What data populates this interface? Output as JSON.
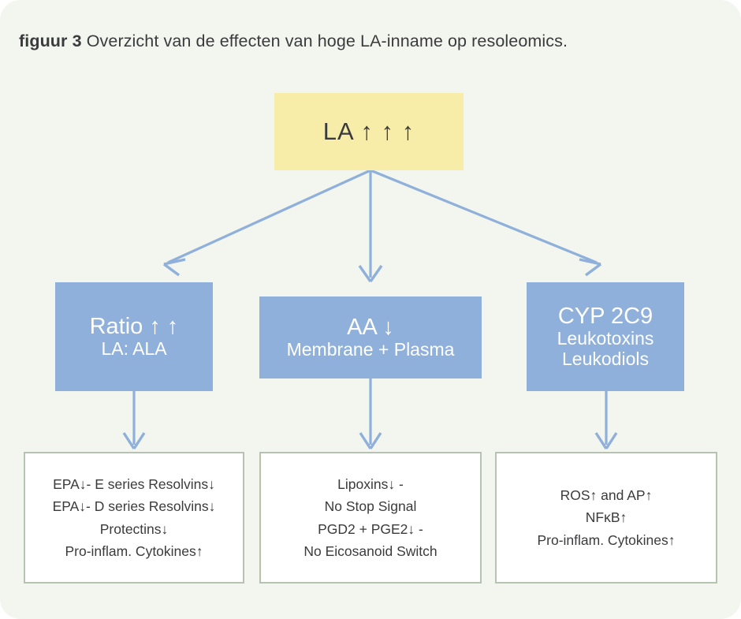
{
  "figure": {
    "label": "figuur 3",
    "caption": "Overzicht van de effecten van hoge LA-inname op resoleomics."
  },
  "colors": {
    "background": "#f3f5ef",
    "source_node": "#f7eda8",
    "process_node": "#8fb0da",
    "outcome_border": "#b6c2b2",
    "connector": "#8fb0da",
    "text_dark": "#3b3b3e",
    "text_light": "#ffffff"
  },
  "source_node": {
    "id": "la",
    "main": "LA ↑ ↑ ↑"
  },
  "process_nodes": [
    {
      "id": "ratio",
      "main": "Ratio ↑ ↑",
      "sub": "LA: ALA"
    },
    {
      "id": "aa",
      "main": "AA ↓",
      "sub": "Membrane + Plasma"
    },
    {
      "id": "cyp",
      "main": "CYP 2C9",
      "sub": "Leukotoxins",
      "sub2": "Leukodiols"
    }
  ],
  "outcome_nodes": [
    {
      "id": "resolvins",
      "lines": [
        "EPA↓- E series Resolvins↓",
        "EPA↓- D series Resolvins↓",
        "Protectins↓",
        "Pro-inflam. Cytokines↑"
      ]
    },
    {
      "id": "lipoxins",
      "lines": [
        "Lipoxins↓  -",
        "No Stop Signal",
        "PGD2 + PGE2↓  -",
        "No Eicosanoid Switch"
      ]
    },
    {
      "id": "ros",
      "lines": [
        "ROS↑ and AP↑",
        "NFκB↑",
        "Pro-inflam. Cytokines↑"
      ]
    }
  ],
  "connectors": [
    {
      "id": "la-to-ratio",
      "from": "la",
      "to": "ratio",
      "kind": "diagonal-left-arrow"
    },
    {
      "id": "la-to-aa",
      "from": "la",
      "to": "aa",
      "kind": "vertical-arrow"
    },
    {
      "id": "la-to-cyp",
      "from": "la",
      "to": "cyp",
      "kind": "diagonal-right-arrow"
    },
    {
      "id": "ratio-to-resolvins",
      "from": "ratio",
      "to": "resolvins",
      "kind": "vertical-arrow"
    },
    {
      "id": "aa-to-lipoxins",
      "from": "aa",
      "to": "lipoxins",
      "kind": "vertical-arrow"
    },
    {
      "id": "cyp-to-ros",
      "from": "cyp",
      "to": "ros",
      "kind": "vertical-arrow"
    }
  ]
}
